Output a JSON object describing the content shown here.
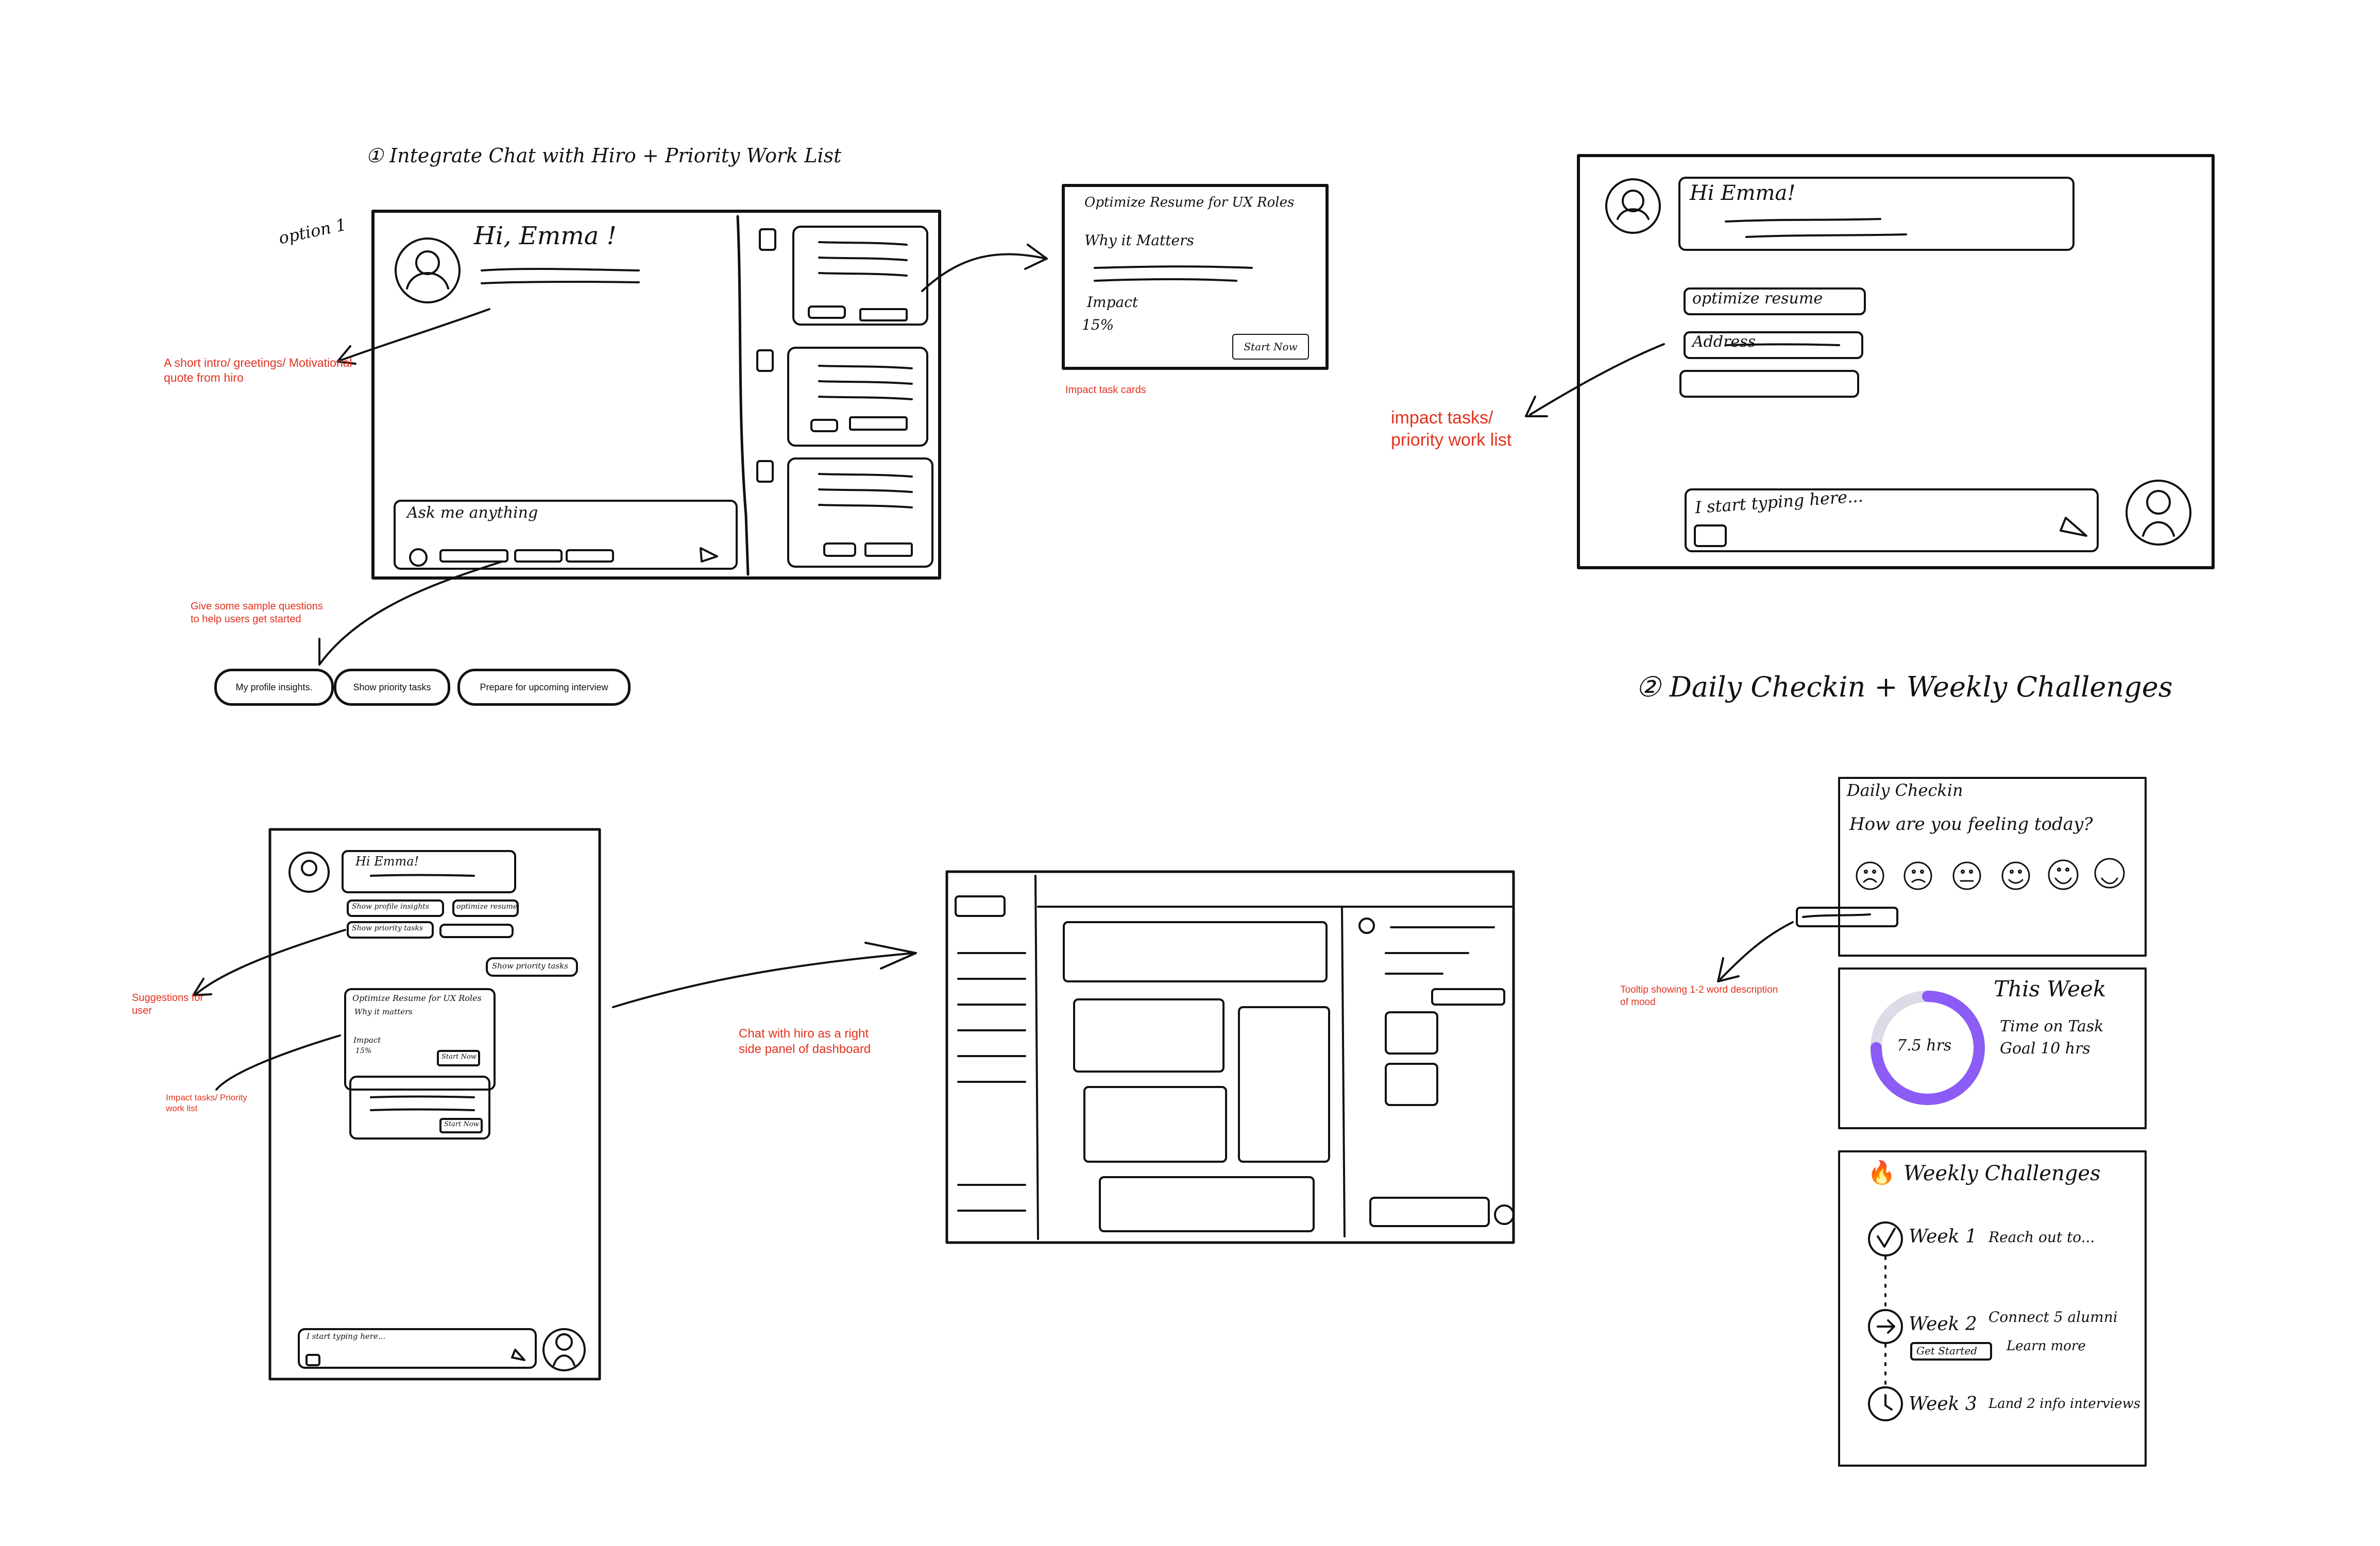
{
  "colors": {
    "ink": "#111111",
    "note": "#e2321e",
    "accent": "#8b5cf6"
  },
  "section1": {
    "title": "① Integrate Chat with Hiro + Priority Work List",
    "option_label": "option 1",
    "greeting": "Hi, Emma !",
    "input_placeholder": "Ask me anything",
    "task_card": {
      "title": "Optimize Resume for UX Roles",
      "why": "Why it Matters",
      "impact": "Impact",
      "impact_value": "15%",
      "button": "Start Now"
    },
    "notes": {
      "intro": "A short intro/ greetings/ Motivational quote from hiro",
      "impact_cards": "Impact task cards",
      "samples": "Give some sample questions to help users get started",
      "impact_tasks": "impact tasks/ priority work list"
    },
    "sample_questions": [
      "My profile insights.",
      "Show priority tasks",
      "Prepare for upcoming interview"
    ],
    "right_mock": {
      "greeting": "Hi Emma!",
      "chip1": "optimize resume",
      "chip2": "Address",
      "input_placeholder": "I start typing here..."
    }
  },
  "section2": {
    "title": "② Daily Checkin + Weekly Challenges"
  },
  "mobile_mock": {
    "greeting": "Hi Emma!",
    "suggestions": [
      "Show profile insights",
      "optimize resume",
      "Show priority tasks"
    ],
    "sent": "Show priority tasks",
    "card_title": "Optimize Resume for UX Roles",
    "card_why": "Why it matters",
    "card_impact": "Impact",
    "card_value": "15%",
    "card_button": "Start Now",
    "card2_button": "Start Now",
    "input_placeholder": "I start typing here...",
    "notes": {
      "suggestions": "Suggestions for user",
      "impact": "Impact tasks/ Priority work list",
      "chat_panel": "Chat with hiro as a right side panel of dashboard"
    }
  },
  "daily_checkin": {
    "title": "Daily Checkin",
    "question": "How are you feeling today?",
    "tooltip_note": "Tooltip showing 1-2 word description of mood"
  },
  "this_week": {
    "title": "This Week",
    "hours": "7.5 hrs",
    "progress": 0.75,
    "line1": "Time on Task",
    "line2": "Goal 10 hrs"
  },
  "weekly_challenges": {
    "title": "Weekly Challenges",
    "icon": "fire-icon",
    "weeks": [
      {
        "label": "Week 1",
        "text": "Reach out to..."
      },
      {
        "label": "Week 2",
        "text": "Connect 5 alumni",
        "button": "Get Started",
        "link": "Learn more"
      },
      {
        "label": "Week 3",
        "text": "Land 2 info interviews"
      }
    ]
  }
}
